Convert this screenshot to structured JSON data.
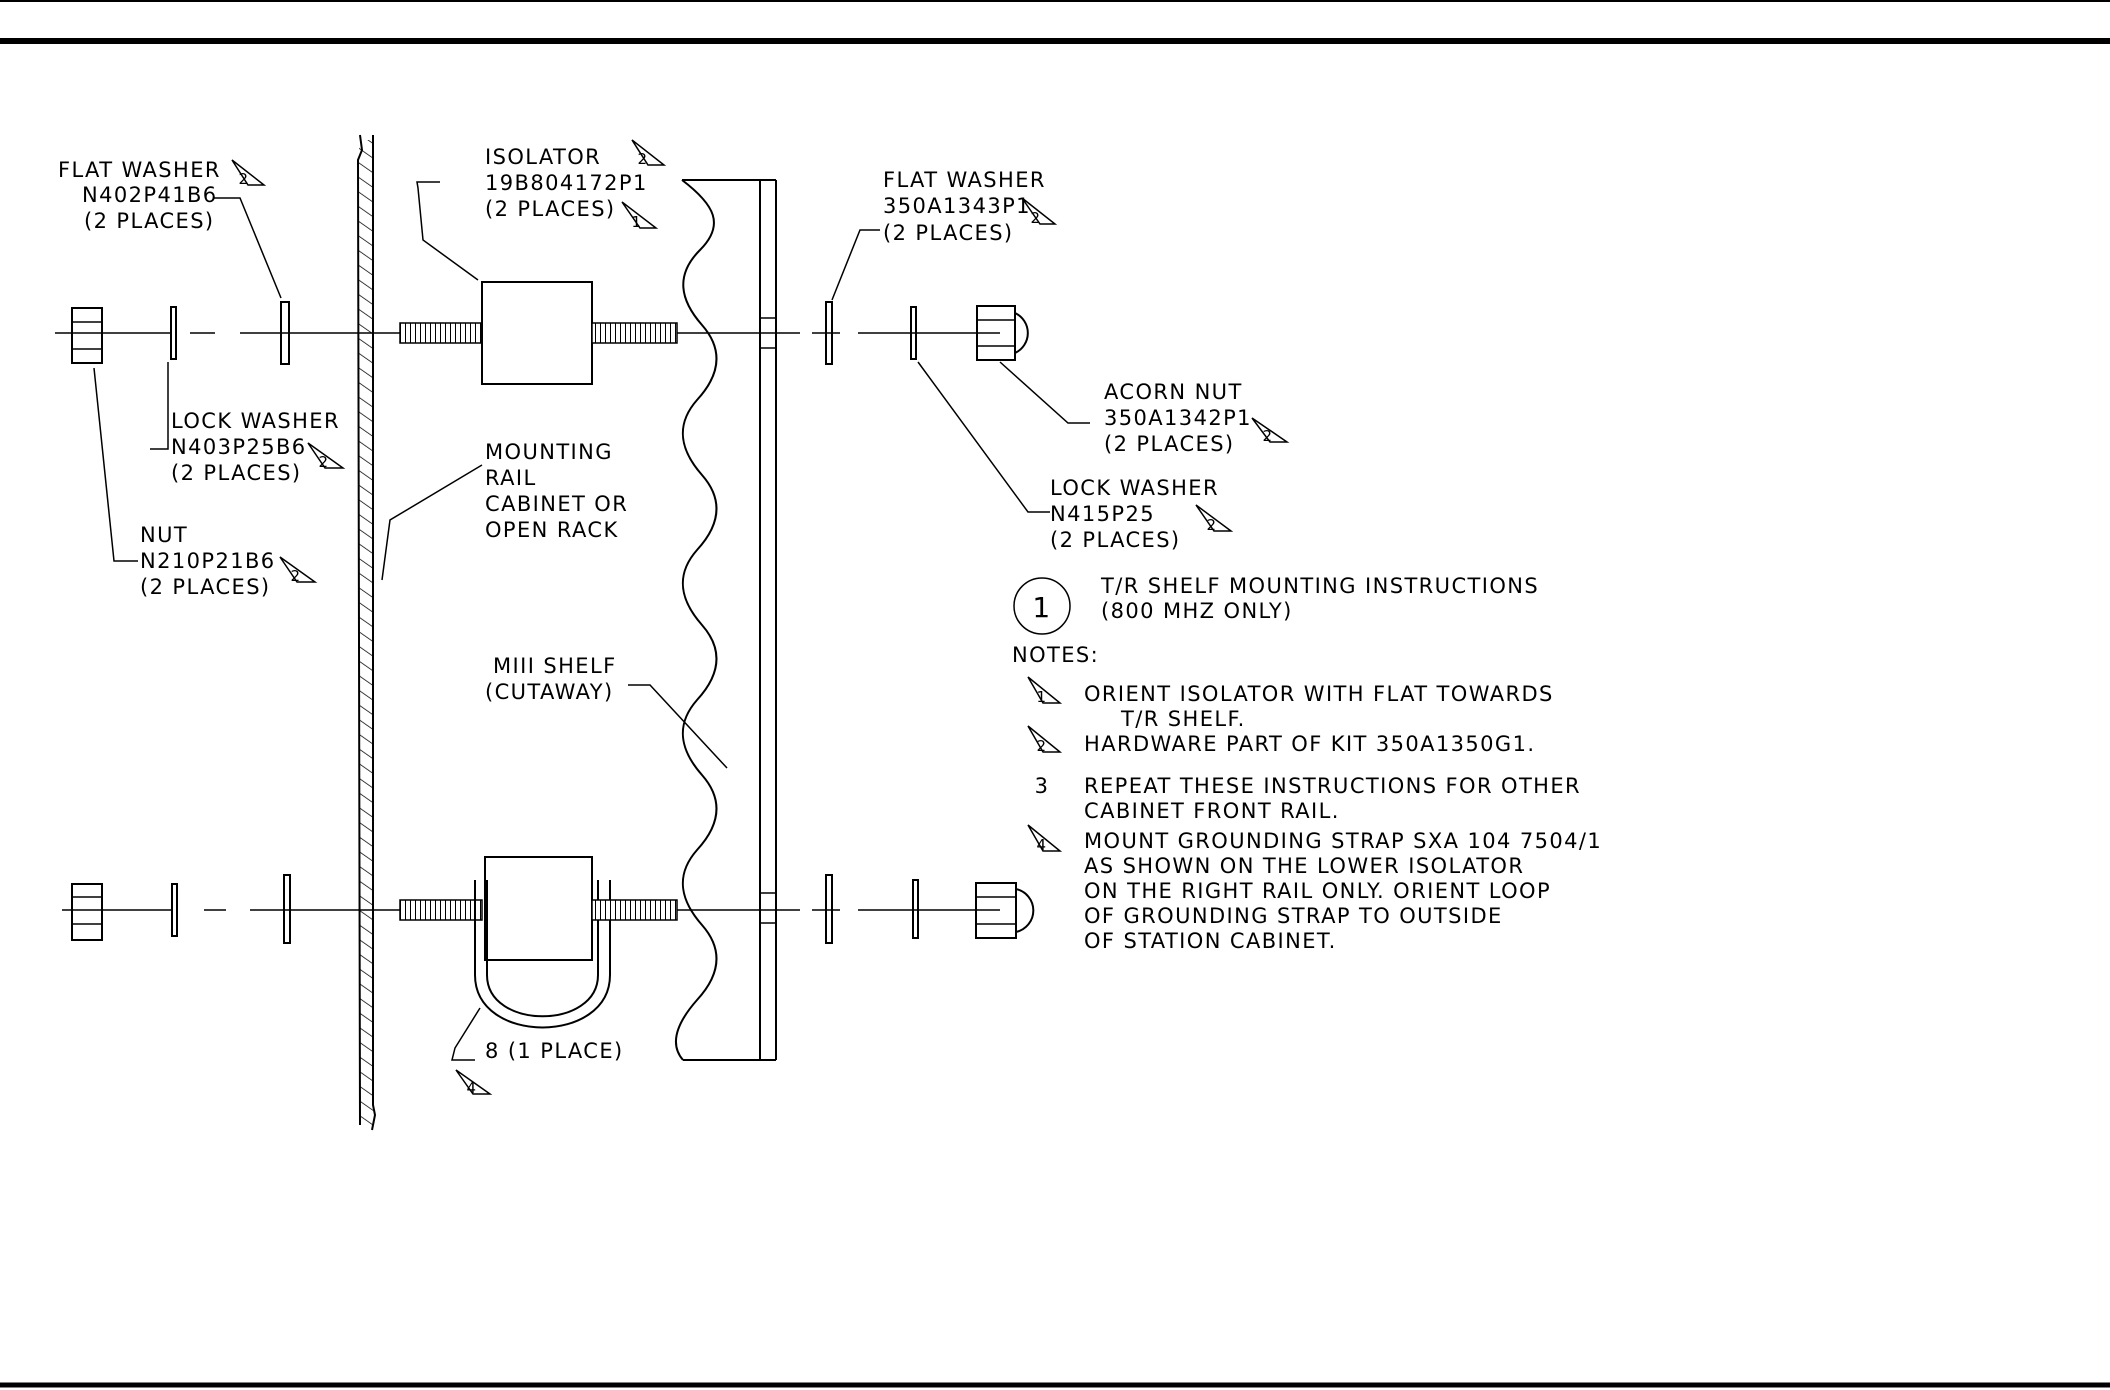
{
  "labels": {
    "flat_washer_left": {
      "name": "FLAT WASHER",
      "part": "N402P41B6",
      "qty": "(2 PLACES)",
      "note": "2"
    },
    "isolator": {
      "name": "ISOLATOR",
      "part": "19B804172P1",
      "qty": "(2 PLACES)",
      "note_a": "2",
      "note_b": "1"
    },
    "flat_washer_right": {
      "name": "FLAT WASHER",
      "part": "350A1343P1",
      "qty": "(2 PLACES)",
      "note": "2"
    },
    "lock_washer_left": {
      "name": "LOCK WASHER",
      "part": "N403P25B6",
      "qty": "(2 PLACES)",
      "note": "2"
    },
    "mounting_rail": {
      "line1": "MOUNTING",
      "line2": "RAIL",
      "line3": "CABINET OR",
      "line4": "OPEN RACK"
    },
    "nut": {
      "name": "NUT",
      "part": "N210P21B6",
      "qty": "(2 PLACES)",
      "note": "2"
    },
    "acorn_nut": {
      "name": "ACORN NUT",
      "part": "350A1342P1",
      "qty": "(2 PLACES)",
      "note": "2"
    },
    "lock_washer_right": {
      "name": "LOCK WASHER",
      "part": "N415P25",
      "qty": "(2 PLACES)",
      "note": "2"
    },
    "shelf": {
      "line1": "MIII SHELF",
      "line2": "(CUTAWAY)"
    },
    "strap": {
      "text": "8 (1 PLACE)",
      "note": "4"
    }
  },
  "title_block": {
    "number": "1",
    "line1": "T/R SHELF MOUNTING INSTRUCTIONS",
    "line2": "(800 MHZ ONLY)"
  },
  "notes": {
    "heading": "NOTES:",
    "items": [
      {
        "marker": "1",
        "lines": [
          "ORIENT ISOLATOR WITH FLAT TOWARDS",
          "T/R SHELF."
        ]
      },
      {
        "marker": "2",
        "lines": [
          "HARDWARE PART OF KIT 350A1350G1."
        ]
      },
      {
        "marker": "3",
        "lines": [
          "REPEAT THESE INSTRUCTIONS FOR OTHER",
          "CABINET FRONT RAIL."
        ]
      },
      {
        "marker": "4",
        "lines": [
          "MOUNT GROUNDING STRAP SXA 104 7504/1",
          "AS SHOWN ON THE LOWER ISOLATOR",
          "ON THE RIGHT RAIL ONLY. ORIENT LOOP",
          "OF GROUNDING STRAP TO OUTSIDE",
          "OF STATION CABINET."
        ]
      }
    ]
  }
}
